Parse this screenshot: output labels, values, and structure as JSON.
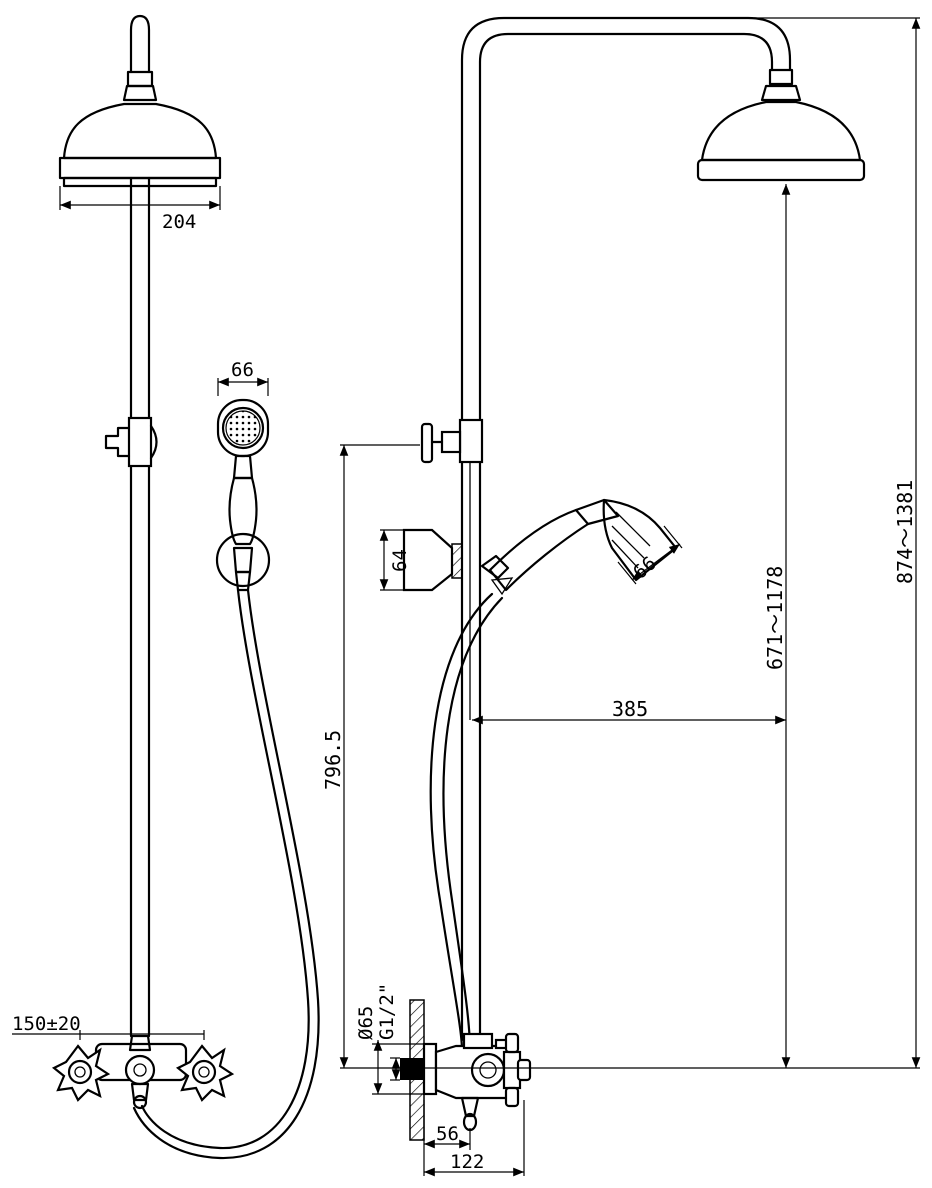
{
  "dimensions": {
    "head_diameter": "204",
    "handshower_width_front": "66",
    "handshower_width_side": "66",
    "holder_height": "64",
    "spacing": "150±20",
    "handle_height": "796.5",
    "overhead_height": "671～1178",
    "total_height": "874～1381",
    "projection": "385",
    "escutcheon_diameter": "Ø65",
    "thread": "G1/2\"",
    "mixer_offset": "56",
    "mixer_depth": "122"
  },
  "colors": {
    "line": "#000000",
    "background": "#ffffff"
  }
}
